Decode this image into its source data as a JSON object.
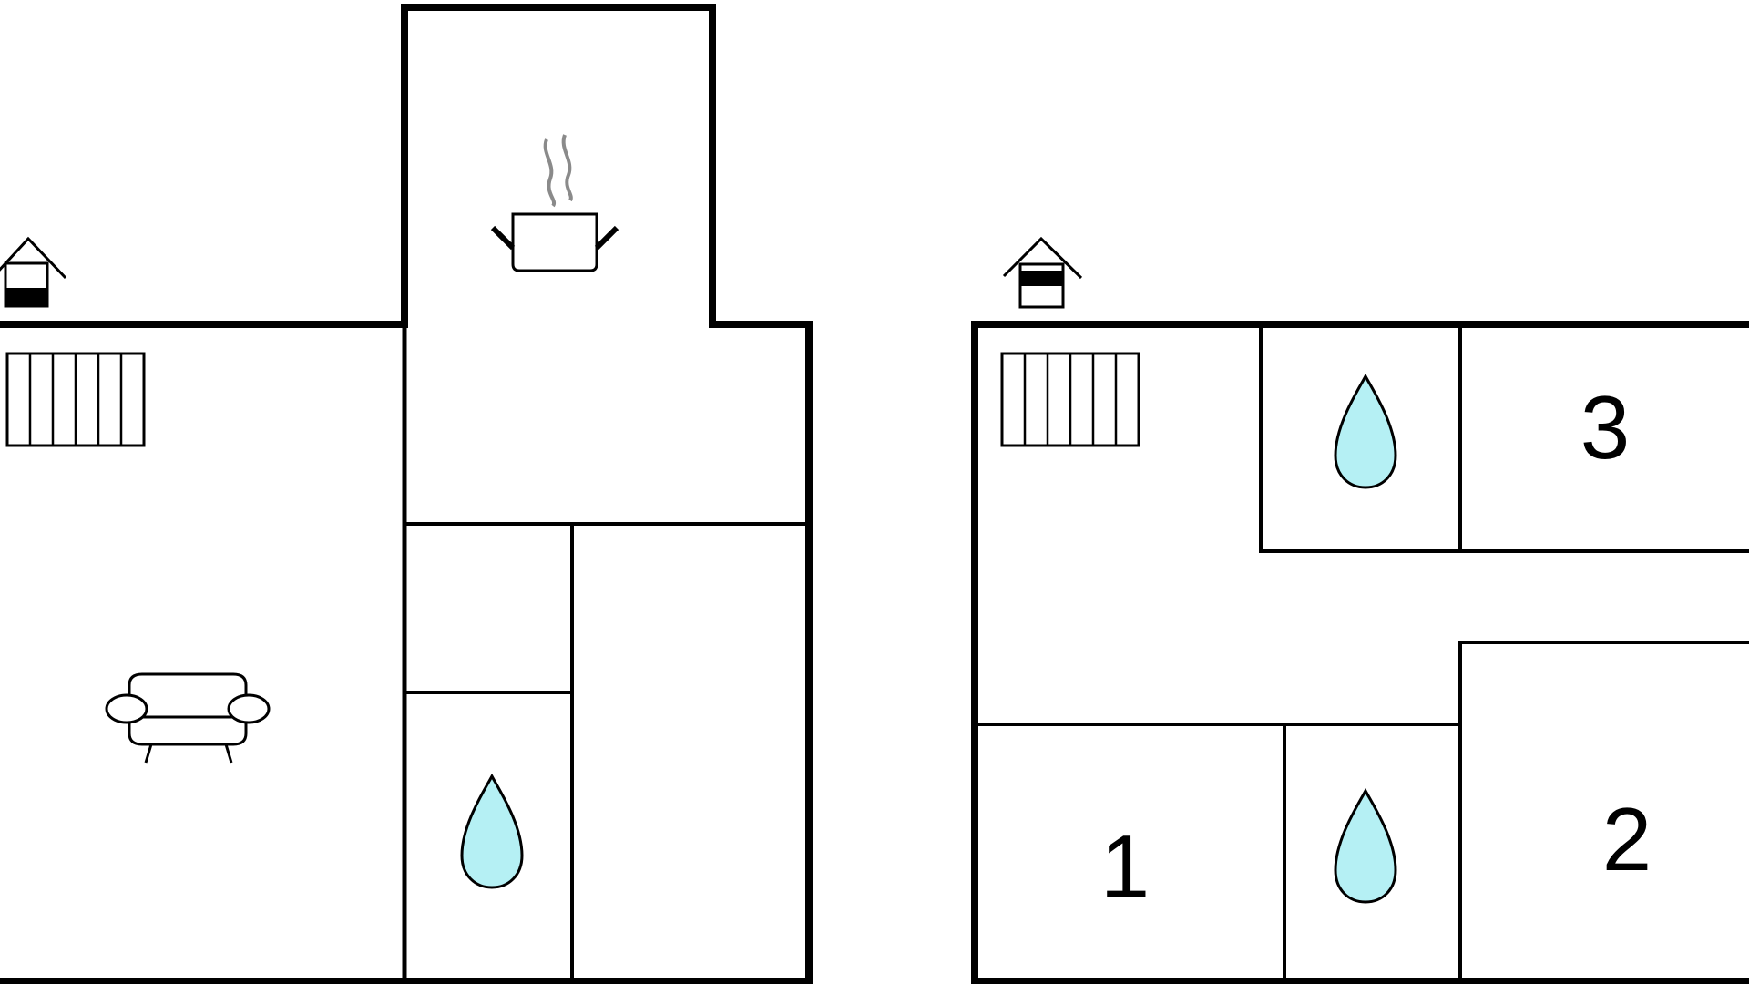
{
  "floor_plans": [
    {
      "rooms": [
        {
          "kind": "living-room",
          "icons": [
            "sofa-icon",
            "radiator-icon"
          ]
        },
        {
          "kind": "kitchen",
          "icons": [
            "cooking-pot-icon"
          ]
        },
        {
          "kind": "storage"
        },
        {
          "kind": "bathroom",
          "icons": [
            "water-drop-icon"
          ]
        },
        {
          "kind": "room"
        }
      ],
      "marker_icon": "floor-level-house-icon"
    },
    {
      "rooms": [
        {
          "kind": "living-area",
          "icons": [
            "radiator-icon"
          ]
        },
        {
          "kind": "bathroom",
          "icons": [
            "water-drop-icon"
          ]
        },
        {
          "kind": "bedroom",
          "number": "3"
        },
        {
          "kind": "bedroom",
          "number": "1"
        },
        {
          "kind": "bathroom",
          "icons": [
            "water-drop-icon"
          ]
        },
        {
          "kind": "bedroom",
          "number": "2"
        }
      ],
      "marker_icon": "floor-level-house-icon"
    }
  ],
  "colors": {
    "wall": "#000000",
    "water": "#b5f0f4",
    "steam": "#8a8a8a",
    "background": "#ffffff"
  }
}
